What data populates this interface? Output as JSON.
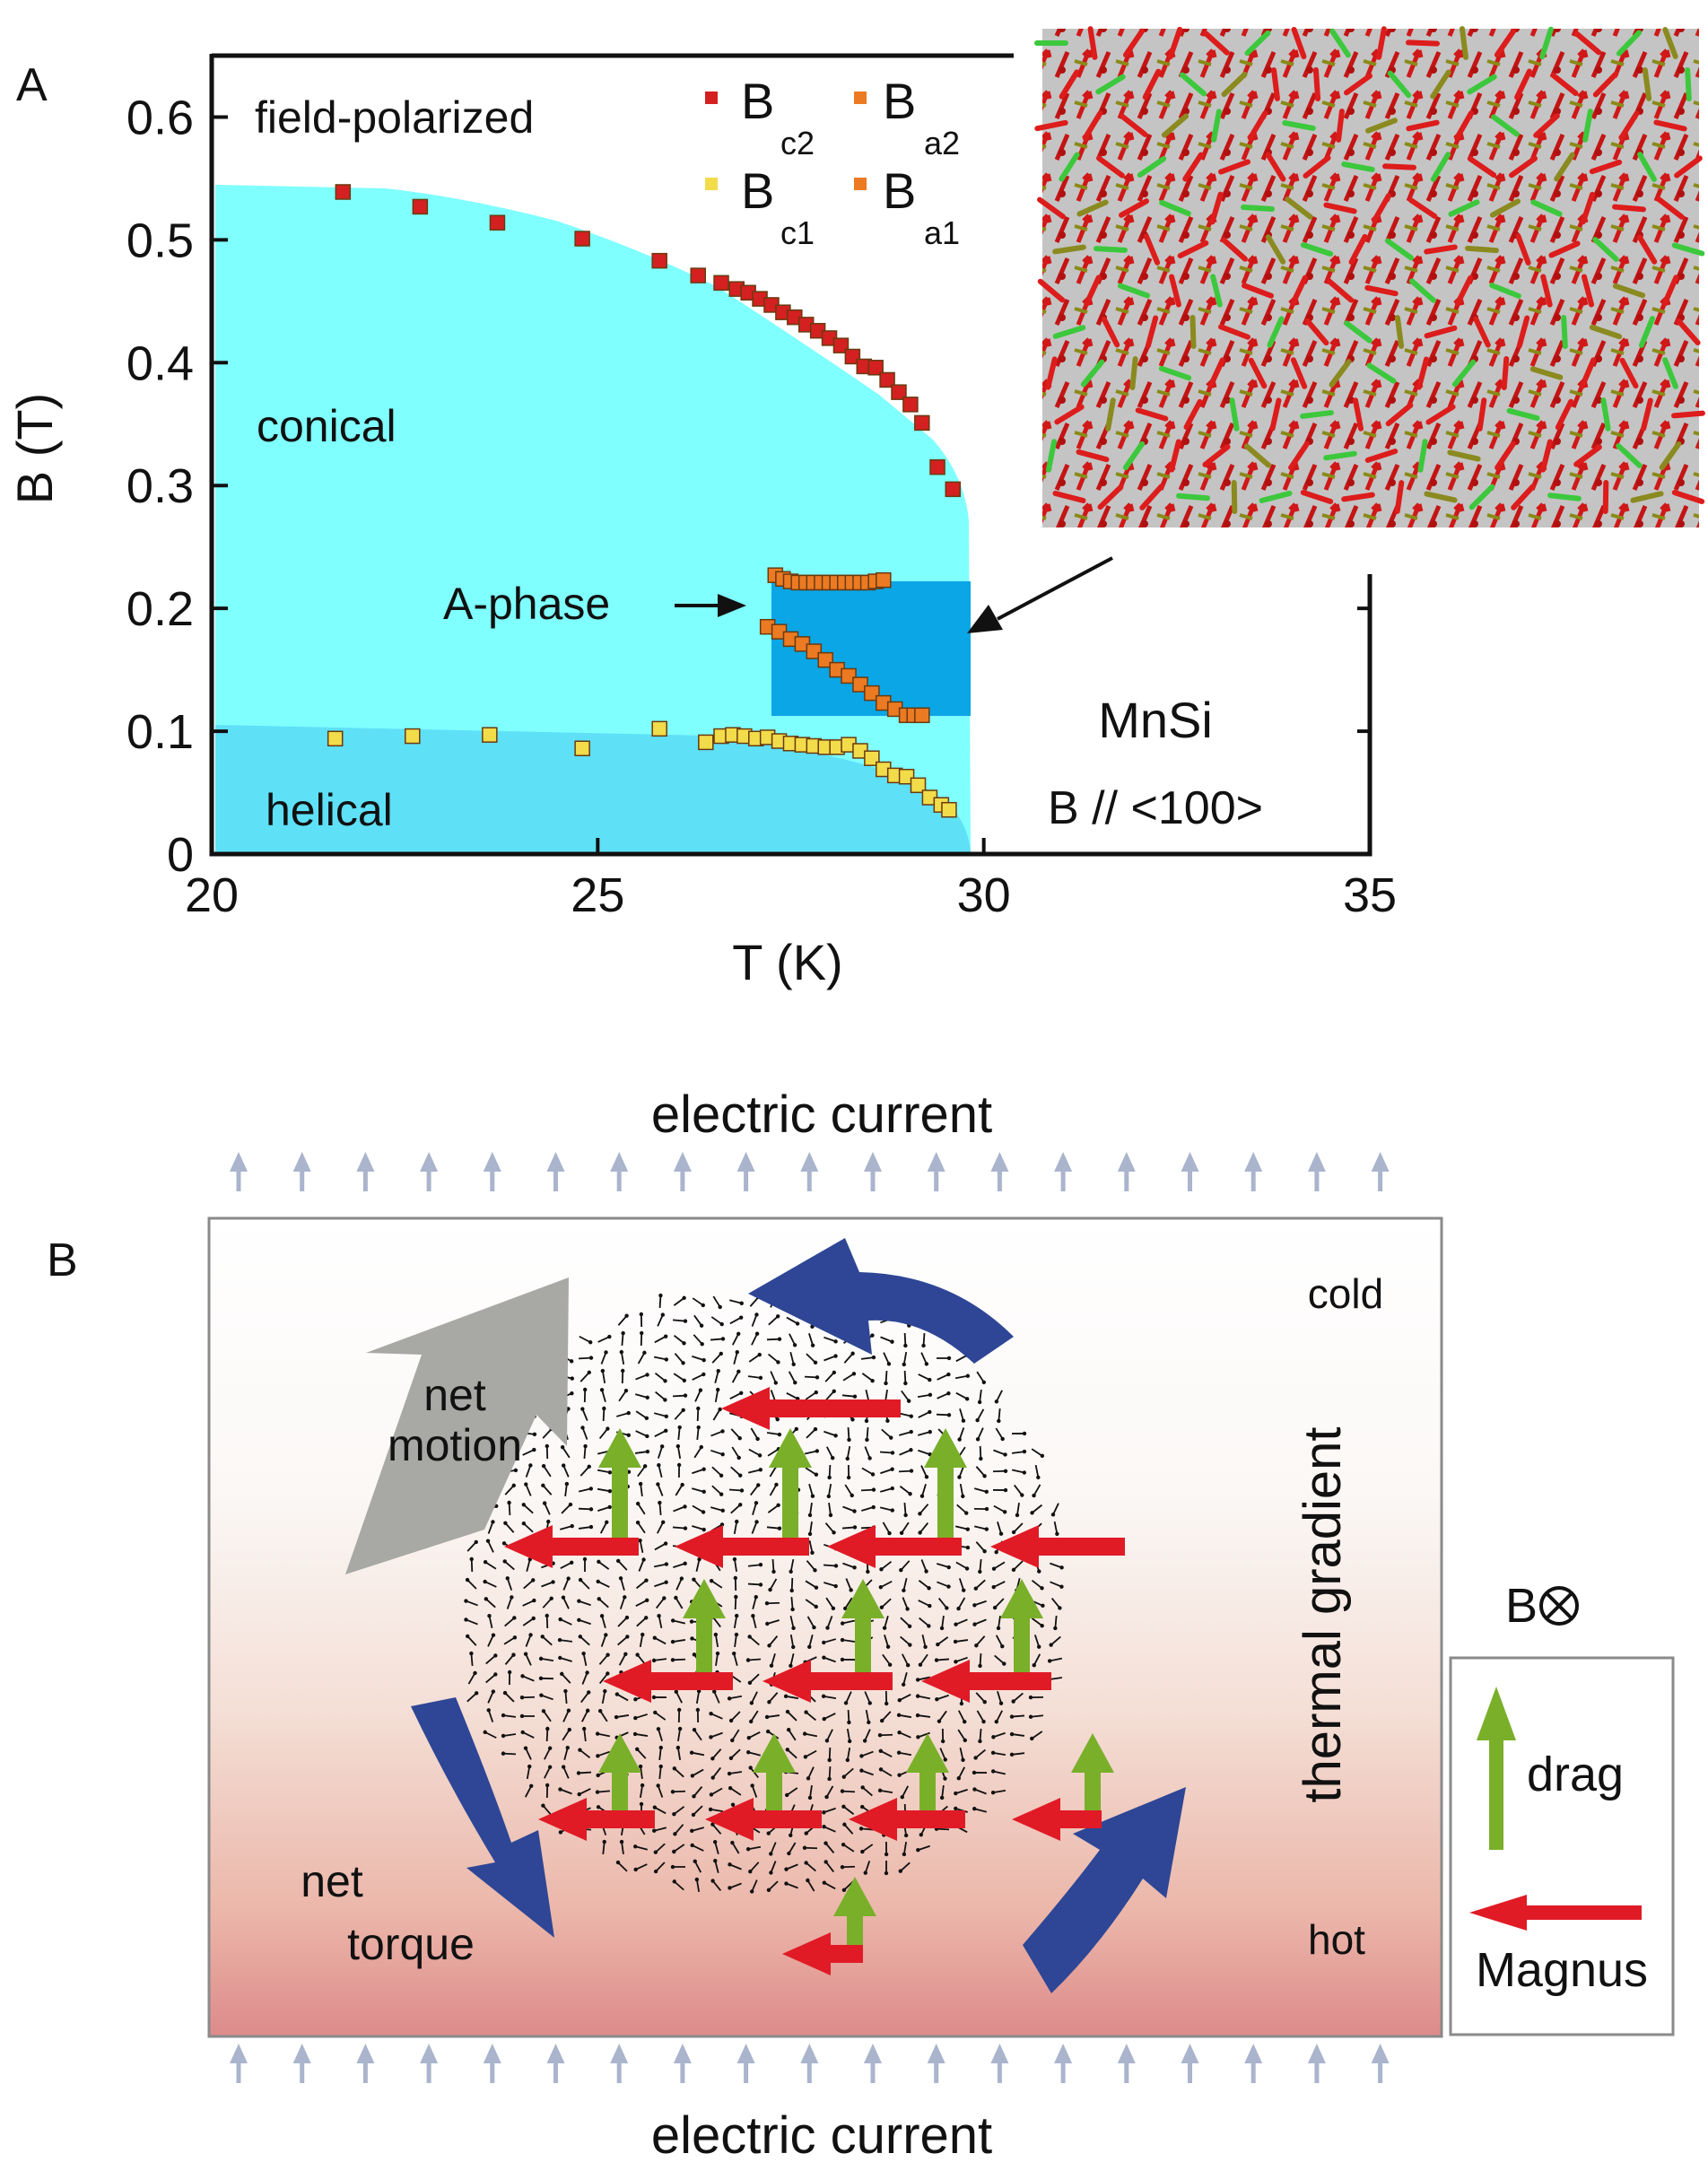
{
  "panel_a": {
    "label": "A",
    "chart_data": {
      "type": "scatter",
      "xlabel": "T (K)",
      "ylabel": "B (T)",
      "xlim": [
        20,
        35
      ],
      "ylim": [
        0,
        0.65
      ],
      "x_ticks": [
        "20",
        "25",
        "30",
        "35"
      ],
      "y_ticks": [
        "0",
        "0.1",
        "0.2",
        "0.3",
        "0.4",
        "0.5",
        "0.6"
      ],
      "series": [
        {
          "name": "Bc2",
          "color": "#d42020",
          "x": [
            21.7,
            22.7,
            23.7,
            24.8,
            25.8,
            26.3,
            26.6,
            26.8,
            26.95,
            27.1,
            27.25,
            27.4,
            27.55,
            27.7,
            27.85,
            28.0,
            28.15,
            28.3,
            28.45,
            28.6,
            28.75,
            28.9,
            29.05,
            29.2,
            29.4,
            29.6
          ],
          "y": [
            0.539,
            0.527,
            0.514,
            0.501,
            0.483,
            0.471,
            0.465,
            0.46,
            0.457,
            0.452,
            0.447,
            0.441,
            0.437,
            0.431,
            0.426,
            0.42,
            0.414,
            0.405,
            0.397,
            0.396,
            0.386,
            0.376,
            0.366,
            0.351,
            0.315,
            0.297
          ]
        },
        {
          "name": "Ba2",
          "color": "#ec7a22",
          "x": [
            27.3,
            27.4,
            27.5,
            27.6,
            27.7,
            27.8,
            27.9,
            28.0,
            28.1,
            28.2,
            28.3,
            28.4,
            28.5,
            28.6,
            28.7
          ],
          "y": [
            0.227,
            0.224,
            0.222,
            0.221,
            0.221,
            0.221,
            0.221,
            0.221,
            0.221,
            0.221,
            0.221,
            0.221,
            0.221,
            0.222,
            0.223
          ]
        },
        {
          "name": "Bc1",
          "color": "#f2dc4a",
          "x": [
            21.6,
            22.6,
            23.6,
            24.8,
            25.8,
            26.4,
            26.6,
            26.75,
            26.9,
            27.05,
            27.2,
            27.35,
            27.5,
            27.65,
            27.8,
            27.95,
            28.1,
            28.25,
            28.4,
            28.55,
            28.7,
            28.85,
            29.0,
            29.15,
            29.3,
            29.45,
            29.55
          ],
          "y": [
            0.094,
            0.096,
            0.097,
            0.086,
            0.102,
            0.091,
            0.096,
            0.097,
            0.096,
            0.094,
            0.095,
            0.092,
            0.09,
            0.089,
            0.088,
            0.087,
            0.087,
            0.089,
            0.084,
            0.078,
            0.069,
            0.064,
            0.063,
            0.056,
            0.046,
            0.04,
            0.036
          ]
        },
        {
          "name": "Ba1",
          "color": "#ec7a22",
          "x": [
            27.2,
            27.35,
            27.5,
            27.65,
            27.8,
            27.95,
            28.1,
            28.25,
            28.4,
            28.55,
            28.7,
            28.85,
            29.0,
            29.1,
            29.2
          ],
          "y": [
            0.185,
            0.181,
            0.175,
            0.171,
            0.165,
            0.158,
            0.15,
            0.145,
            0.138,
            0.131,
            0.123,
            0.118,
            0.113,
            0.113,
            0.113
          ]
        }
      ],
      "legend": [
        {
          "main": "B",
          "sub": "c2",
          "color": "#d42020"
        },
        {
          "main": "B",
          "sub": "a2",
          "color": "#ec7a22"
        },
        {
          "main": "B",
          "sub": "c1",
          "color": "#f2dc4a"
        },
        {
          "main": "B",
          "sub": "a1",
          "color": "#ec7a22"
        }
      ],
      "region_labels": {
        "field_polarized": "field-polarized",
        "conical": "conical",
        "helical": "helical",
        "a_phase": "A-phase"
      },
      "annotations": {
        "material": "MnSi",
        "field_direction": "B // <100>"
      },
      "colors": {
        "conical": "#80ffff",
        "helical": "#5ee0f7",
        "a_phase": "#0aa6e6"
      }
    }
  },
  "panel_b": {
    "label": "B",
    "current_top": "electric current",
    "current_bottom": "electric current",
    "cold": "cold",
    "hot": "hot",
    "gradient": "thermal gradient",
    "net_motion": [
      "net",
      "motion"
    ],
    "net_torque": [
      "net",
      "torque"
    ],
    "field_symbol": "B",
    "legend_drag": "drag",
    "legend_magnus": "Magnus",
    "colors": {
      "blue_arrow": "#2e4695",
      "grey_arrow": "#a8a8a4",
      "green_arrow": "#7aaf2a",
      "red_arrow": "#e01b26",
      "current_arrow": "#aab4cc",
      "hot": "#dd8c8c"
    }
  }
}
